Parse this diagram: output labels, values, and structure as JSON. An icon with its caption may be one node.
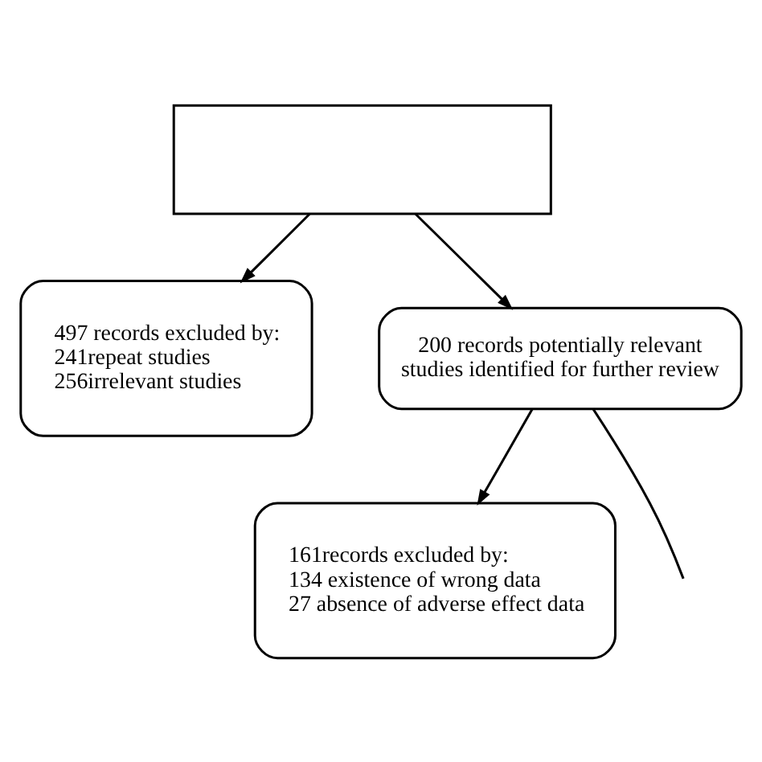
{
  "diagram": {
    "nodes": [
      {
        "text": [],
        "shape": "box"
      },
      {
        "text": [
          "497 records excluded by:",
          "241repeat studies",
          "256irrelevant studies"
        ]
      },
      {
        "text": [
          "200 records potentially relevant studies identified for further review"
        ]
      },
      {
        "text": [
          "161records excluded by:",
          "134 existence of wrong data",
          "27 absence of adverse effect data"
        ]
      }
    ],
    "edges": [
      {
        "from": 0,
        "to": 2,
        "arrow": "to"
      },
      {
        "from": 0,
        "to": 1,
        "arrow": "to"
      },
      {
        "from": 2,
        "to": 3,
        "arrow": "to"
      },
      {
        "from": 2,
        "to": null,
        "arrow": "none"
      }
    ]
  }
}
